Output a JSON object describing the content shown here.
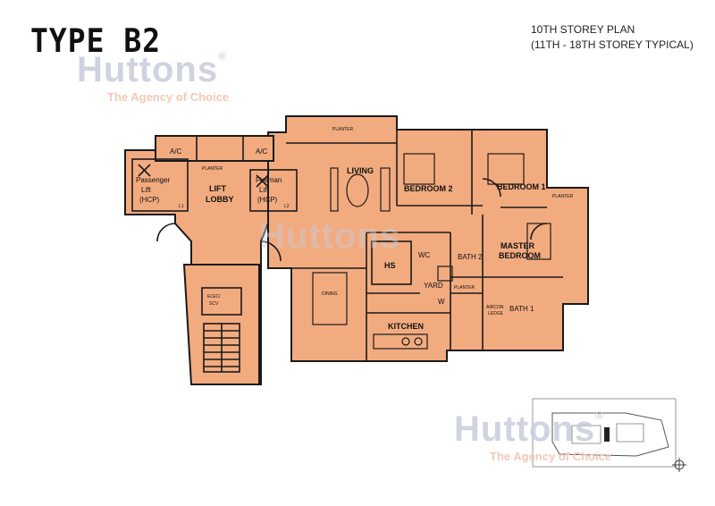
{
  "header": {
    "type_label": "TYPE B2",
    "storey_line1": "10TH STOREY PLAN",
    "storey_line2": "(11TH - 18TH STOREY TYPICAL)"
  },
  "watermark": {
    "brand": "Huttons",
    "registered": "®",
    "tagline": "The Agency of Choice"
  },
  "rooms": {
    "ac1": "A/C",
    "ac2": "A/C",
    "planter_top": "PLANTER",
    "planter_lobby": "PLANTER",
    "planter_right": "PLANTER",
    "planter_mid": "PLANTER",
    "passenger_lift": "Passenger",
    "passenger_lift2": "Lift",
    "passenger_lift3": "(HCP)",
    "lift_l1": "L1",
    "fireman_lift": "Fireman",
    "fireman_lift2": "Lift",
    "fireman_lift3": "(HCP)",
    "lift_l2": "L2",
    "lift_lobby": "LIFT",
    "lift_lobby2": "LOBBY",
    "living": "LIVING",
    "bedroom2": "BEDROOM 2",
    "bedroom1": "BEDROOM 1",
    "master": "MASTER",
    "master2": "BEDROOM",
    "hs": "HS",
    "dining": "DINING",
    "kitchen": "KITCHEN",
    "bath2": "BATH 2",
    "bath1": "BATH 1",
    "wc": "WC",
    "yard": "YARD",
    "w": "W",
    "elec": "ELEC/",
    "elec2": "SCV",
    "aircon": "AIRCON",
    "ledge": "LEDGE"
  }
}
